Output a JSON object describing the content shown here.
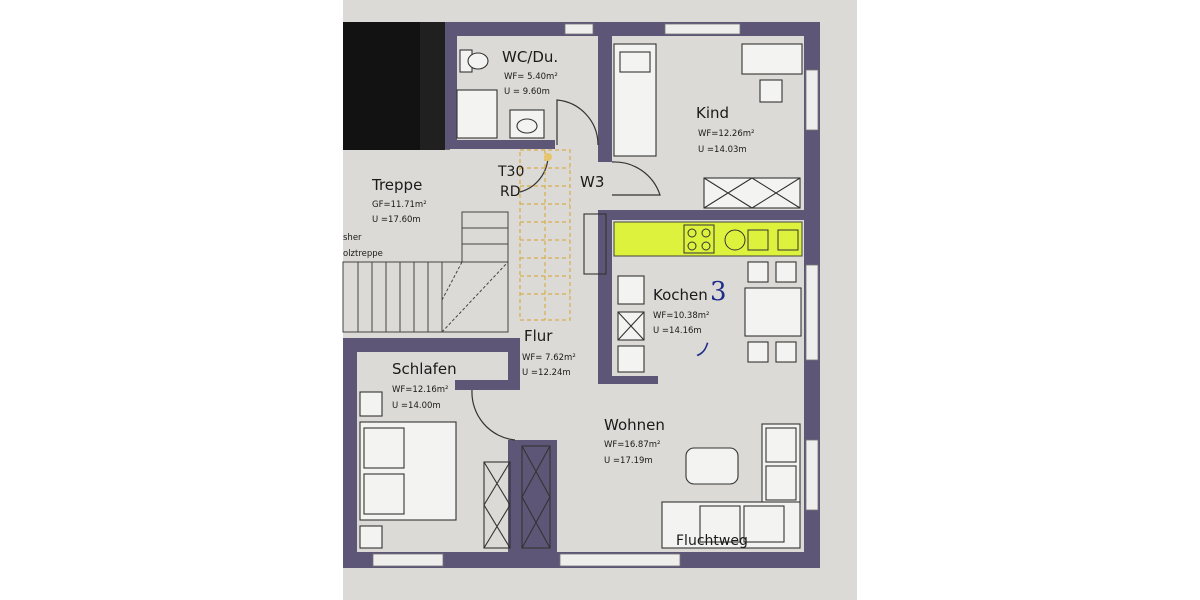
{
  "rooms": {
    "wc": {
      "name": "WC/Du.",
      "wf": "WF= 5.40m²",
      "u": "U = 9.60m"
    },
    "kind": {
      "name": "Kind",
      "wf": "WF=12.26m²",
      "u": "U =14.03m"
    },
    "treppe": {
      "name": "Treppe",
      "wf": "GF=11.71m²",
      "u": "U =17.60m"
    },
    "kochen": {
      "name": "Kochen",
      "wf": "WF=10.38m²",
      "u": "U =14.16m"
    },
    "flur": {
      "name": "Flur",
      "wf": "WF= 7.62m²",
      "u": "U =12.24m"
    },
    "schlafen": {
      "name": "Schlafen",
      "wf": "WF=12.16m²",
      "u": "U =14.00m"
    },
    "wohnen": {
      "name": "Wohnen",
      "wf": "WF=16.87m²",
      "u": "U =17.19m"
    }
  },
  "labels": {
    "door_t30": "T30",
    "door_rd": "RD",
    "w3": "W3",
    "holztreppe_top": "sher",
    "holztreppe_bottom": "olztreppe",
    "fluchtweg": "Fluchtweg"
  },
  "annotations": {
    "handwritten_3": "3",
    "handwritten_mark": "ノ"
  },
  "colors": {
    "wall": "#5d5676",
    "highlight_kitchen": "#dcf23c",
    "stair_highlight": "#e7c56a",
    "pen": "#1d2c8a",
    "paper": "#dcdad6"
  }
}
